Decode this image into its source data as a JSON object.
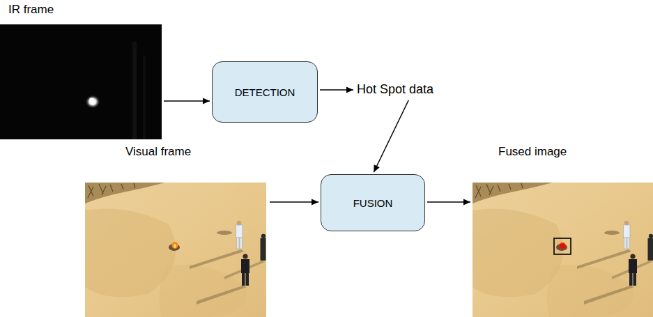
{
  "diagram": {
    "nodes": [
      {
        "text": [
          "IR frame"
        ]
      },
      {
        "text": [
          "DETECTION"
        ]
      },
      {
        "text": [
          "Hot Spot data"
        ]
      },
      {
        "text": [
          "Visual frame"
        ]
      },
      {
        "text": [
          "FUSION"
        ]
      },
      {
        "text": [
          "Fused image"
        ]
      }
    ],
    "edges": [
      {
        "from": 0,
        "to": 1,
        "arrow": "to"
      },
      {
        "from": 1,
        "to": 2,
        "arrow": "to"
      },
      {
        "from": 2,
        "to": 4,
        "arrow": "to"
      },
      {
        "from": 3,
        "to": 4,
        "arrow": "to"
      },
      {
        "from": 4,
        "to": 5,
        "arrow": "to"
      }
    ]
  }
}
